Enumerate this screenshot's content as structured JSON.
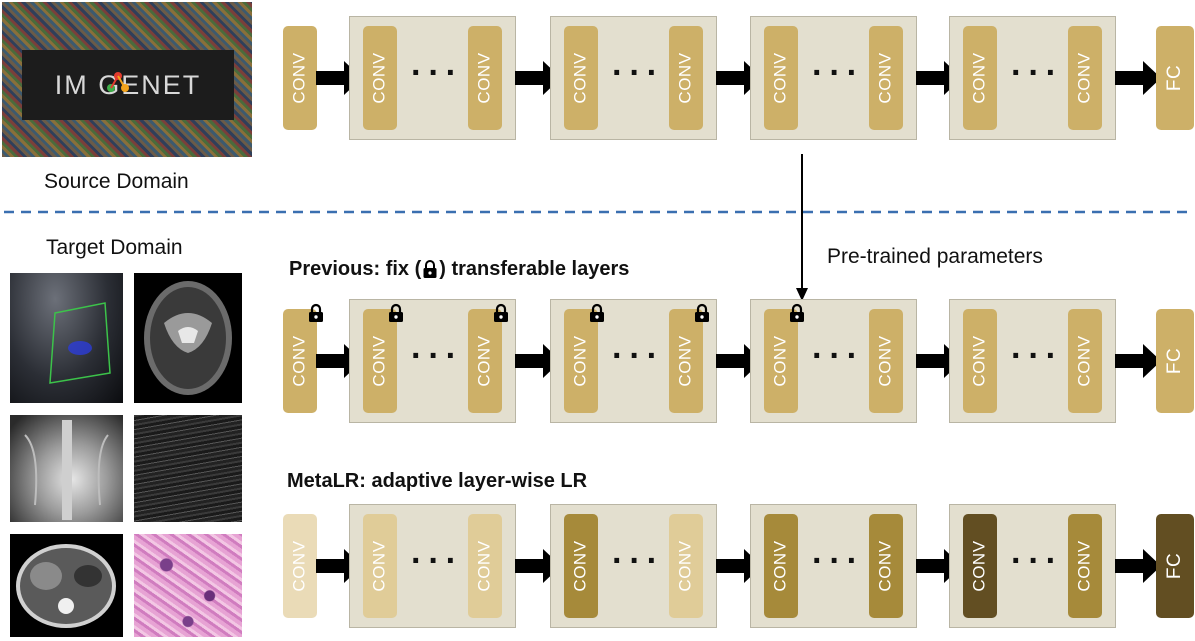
{
  "source_domain": {
    "label": "Source Domain",
    "logo_text": "IM GENET"
  },
  "target_domain": {
    "label": "Target Domain"
  },
  "rows": {
    "previous": {
      "title_prefix": "Previous: fix (",
      "title_suffix": ") transferable layers"
    },
    "metalr": {
      "title": "MetaLR: adaptive layer-wise LR"
    }
  },
  "arrow_label": "Pre-trained parameters",
  "layer_labels": {
    "conv": "CONV",
    "fc": "FC",
    "ellipsis": "···"
  },
  "colors": {
    "frozen": "#cdb068",
    "lr_low": "#eadbb7",
    "lr_light": "#e0cc98",
    "lr_mid": "#a68a3a",
    "lr_dark": "#624e22",
    "block_bg": "#e3dfcf",
    "separator": "#3a6fb0"
  }
}
